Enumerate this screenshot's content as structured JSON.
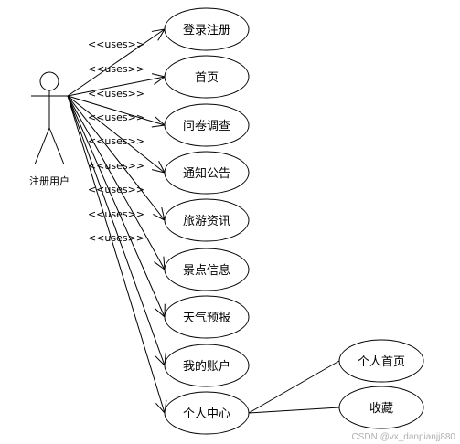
{
  "actor": {
    "label": "注册用户"
  },
  "relation_label": "<<uses>>",
  "use_cases": [
    "登录注册",
    "首页",
    "问卷调查",
    "通知公告",
    "旅游资讯",
    "景点信息",
    "天气预报",
    "我的账户",
    "个人中心"
  ],
  "sub_use_cases": [
    "个人首页",
    "收藏"
  ],
  "watermark": "CSDN @vx_danpianjj880"
}
